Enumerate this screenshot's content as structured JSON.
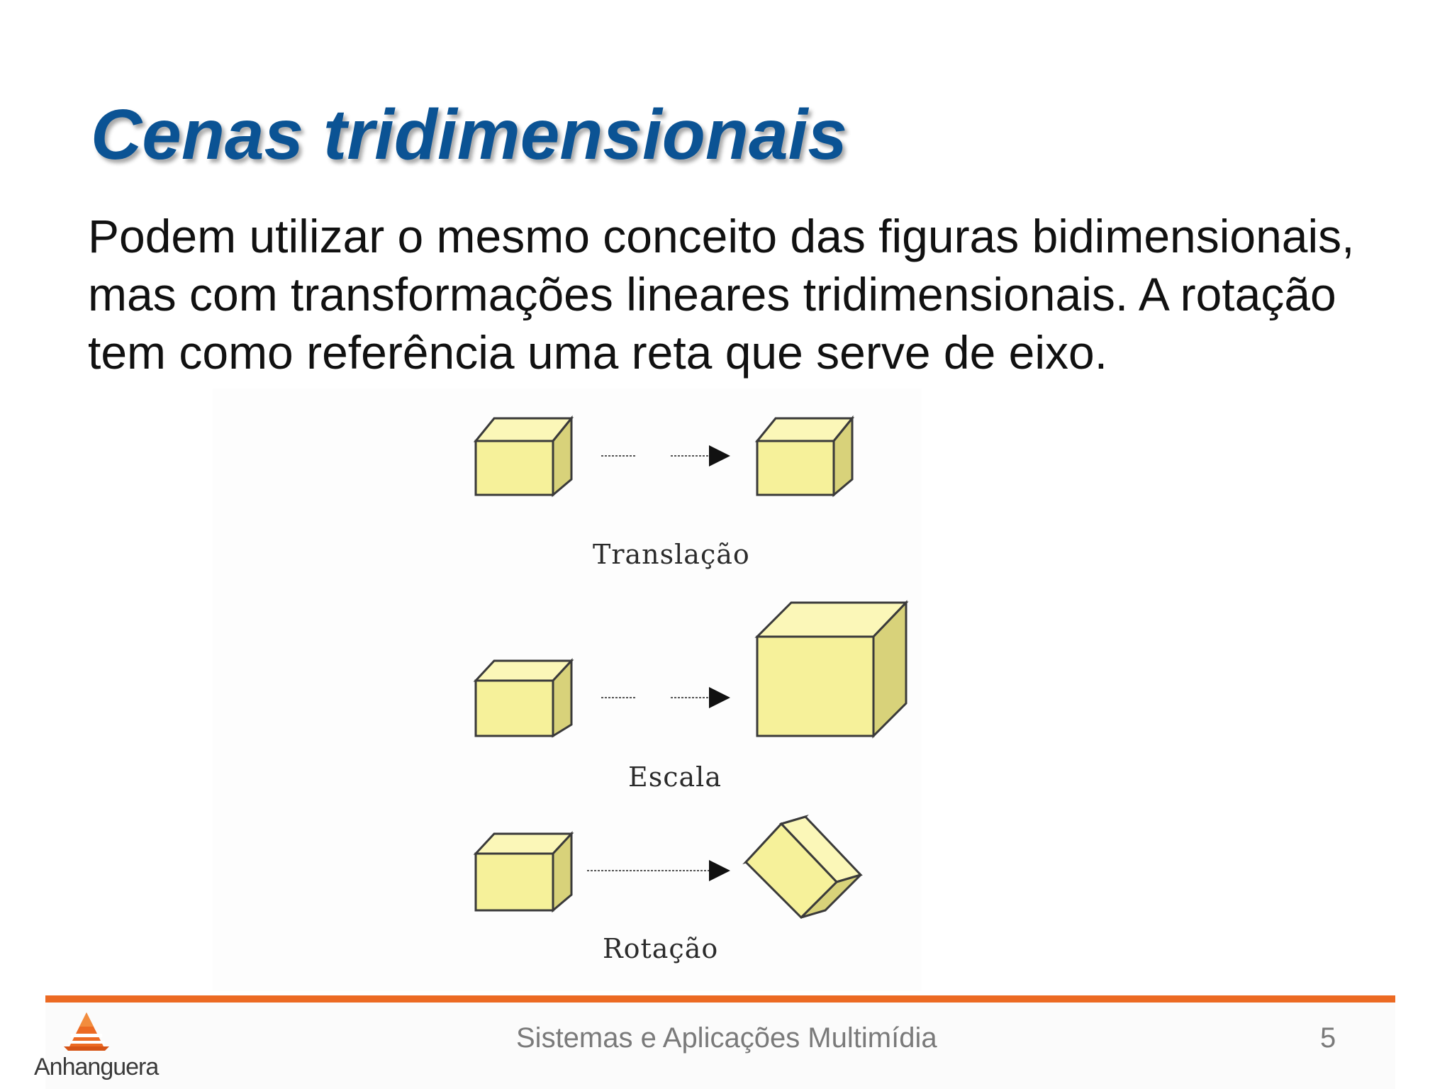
{
  "slide": {
    "title": "Cenas tridimensionais",
    "body": "Podem utilizar o mesmo conceito das figuras bidimensionais, mas com transformações lineares tridimensionais. A rotação tem como referência uma reta que serve de eixo."
  },
  "figure": {
    "labels": {
      "translation": "Translação",
      "scale": "Escala",
      "rotation": "Rotação"
    },
    "colors": {
      "cube_front": "#f6f19a",
      "cube_top": "#fbf7b8",
      "cube_side": "#d8d27a",
      "outline": "#3a3a3a"
    },
    "icons": [
      "cube-icon",
      "arrow-right-icon"
    ]
  },
  "footer": {
    "course_title": "Sistemas e Aplicações Multimídia",
    "page_number": "5",
    "logo_text": "Anhanguera",
    "rule_color": "#ec6a23"
  }
}
